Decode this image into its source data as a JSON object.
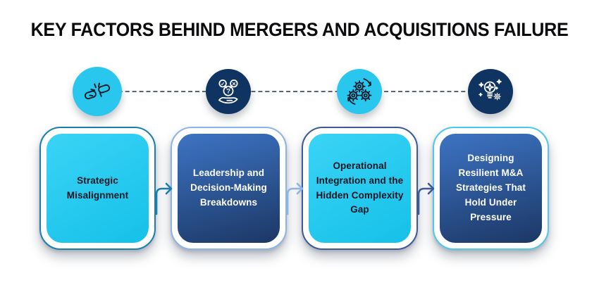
{
  "title": "KEY FACTORS BEHIND MERGERS AND ACQUISITIONS FAILURE",
  "colors": {
    "canvas_bg": "#ffffff",
    "title": "#0c0c0e",
    "dashed_line": "#5a6472",
    "cyan_circle": "#29c6ee",
    "navy_circle": "#0f3461",
    "icon_stroke_dark": "#0d1b2a",
    "icon_stroke_light": "#ffffff",
    "box1_outline": "#1a80ab",
    "box1_fill_a": "#3ad4f5",
    "box1_fill_b": "#16c0e9",
    "box2_outline": "#8db4e6",
    "box2_fill_a": "#3d74c4",
    "box2_fill_b": "#1c3765",
    "box3_outline": "#3d5a94",
    "box3_fill_a": "#3ad4f5",
    "box3_fill_b": "#16c0e9",
    "box4_outline": "#4ec7ea",
    "box4_fill_a": "#3d74c4",
    "box4_fill_b": "#1c3765",
    "arrow1": "#1a80ab",
    "arrow2": "#8db4e6",
    "arrow3": "#3d5a94",
    "box_text_dark": "#0e1522",
    "box_text_light": "#ffffff"
  },
  "icons": [
    {
      "name": "broken-chain-icon",
      "circle": "cyan"
    },
    {
      "name": "decision-hand-icon",
      "circle": "navy",
      "glyphs": {
        "check": "✓",
        "cross": "✕",
        "question": "?"
      }
    },
    {
      "name": "gears-sync-icon",
      "circle": "cyan"
    },
    {
      "name": "idea-gear-icon",
      "circle": "navy"
    }
  ],
  "boxes": [
    {
      "label": "Strategic Misalignment"
    },
    {
      "label": "Leadership and Decision-Making Breakdowns"
    },
    {
      "label": "Operational Integration and the Hidden Complexity Gap"
    },
    {
      "label": "Designing Resilient M&A Strategies That Hold Under Pressure"
    }
  ]
}
